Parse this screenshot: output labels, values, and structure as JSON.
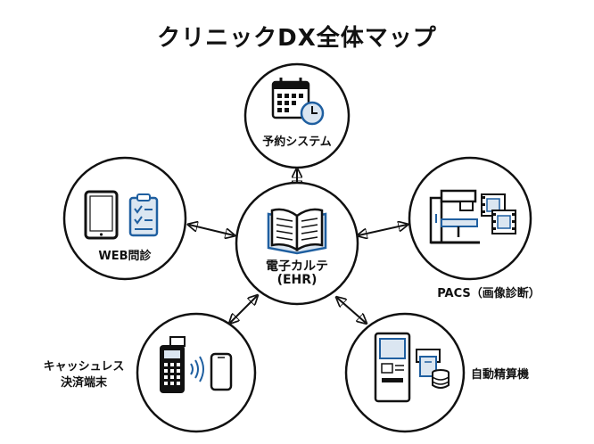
{
  "title": "クリニックDX全体マップ",
  "center": {
    "line1": "電子カルテ",
    "line2": "(EHR)"
  },
  "nodes": {
    "reservation": "予約システム",
    "web": "WEB問診",
    "pacs": "PACS（画像診断）",
    "cashless_line1": "キャッシュレス",
    "cashless_line2": "決済端末",
    "kiosk": "自動精算機"
  },
  "colors": {
    "ink": "#111111",
    "blue": "#1f5fa0",
    "fill": "#dbe6f1"
  }
}
